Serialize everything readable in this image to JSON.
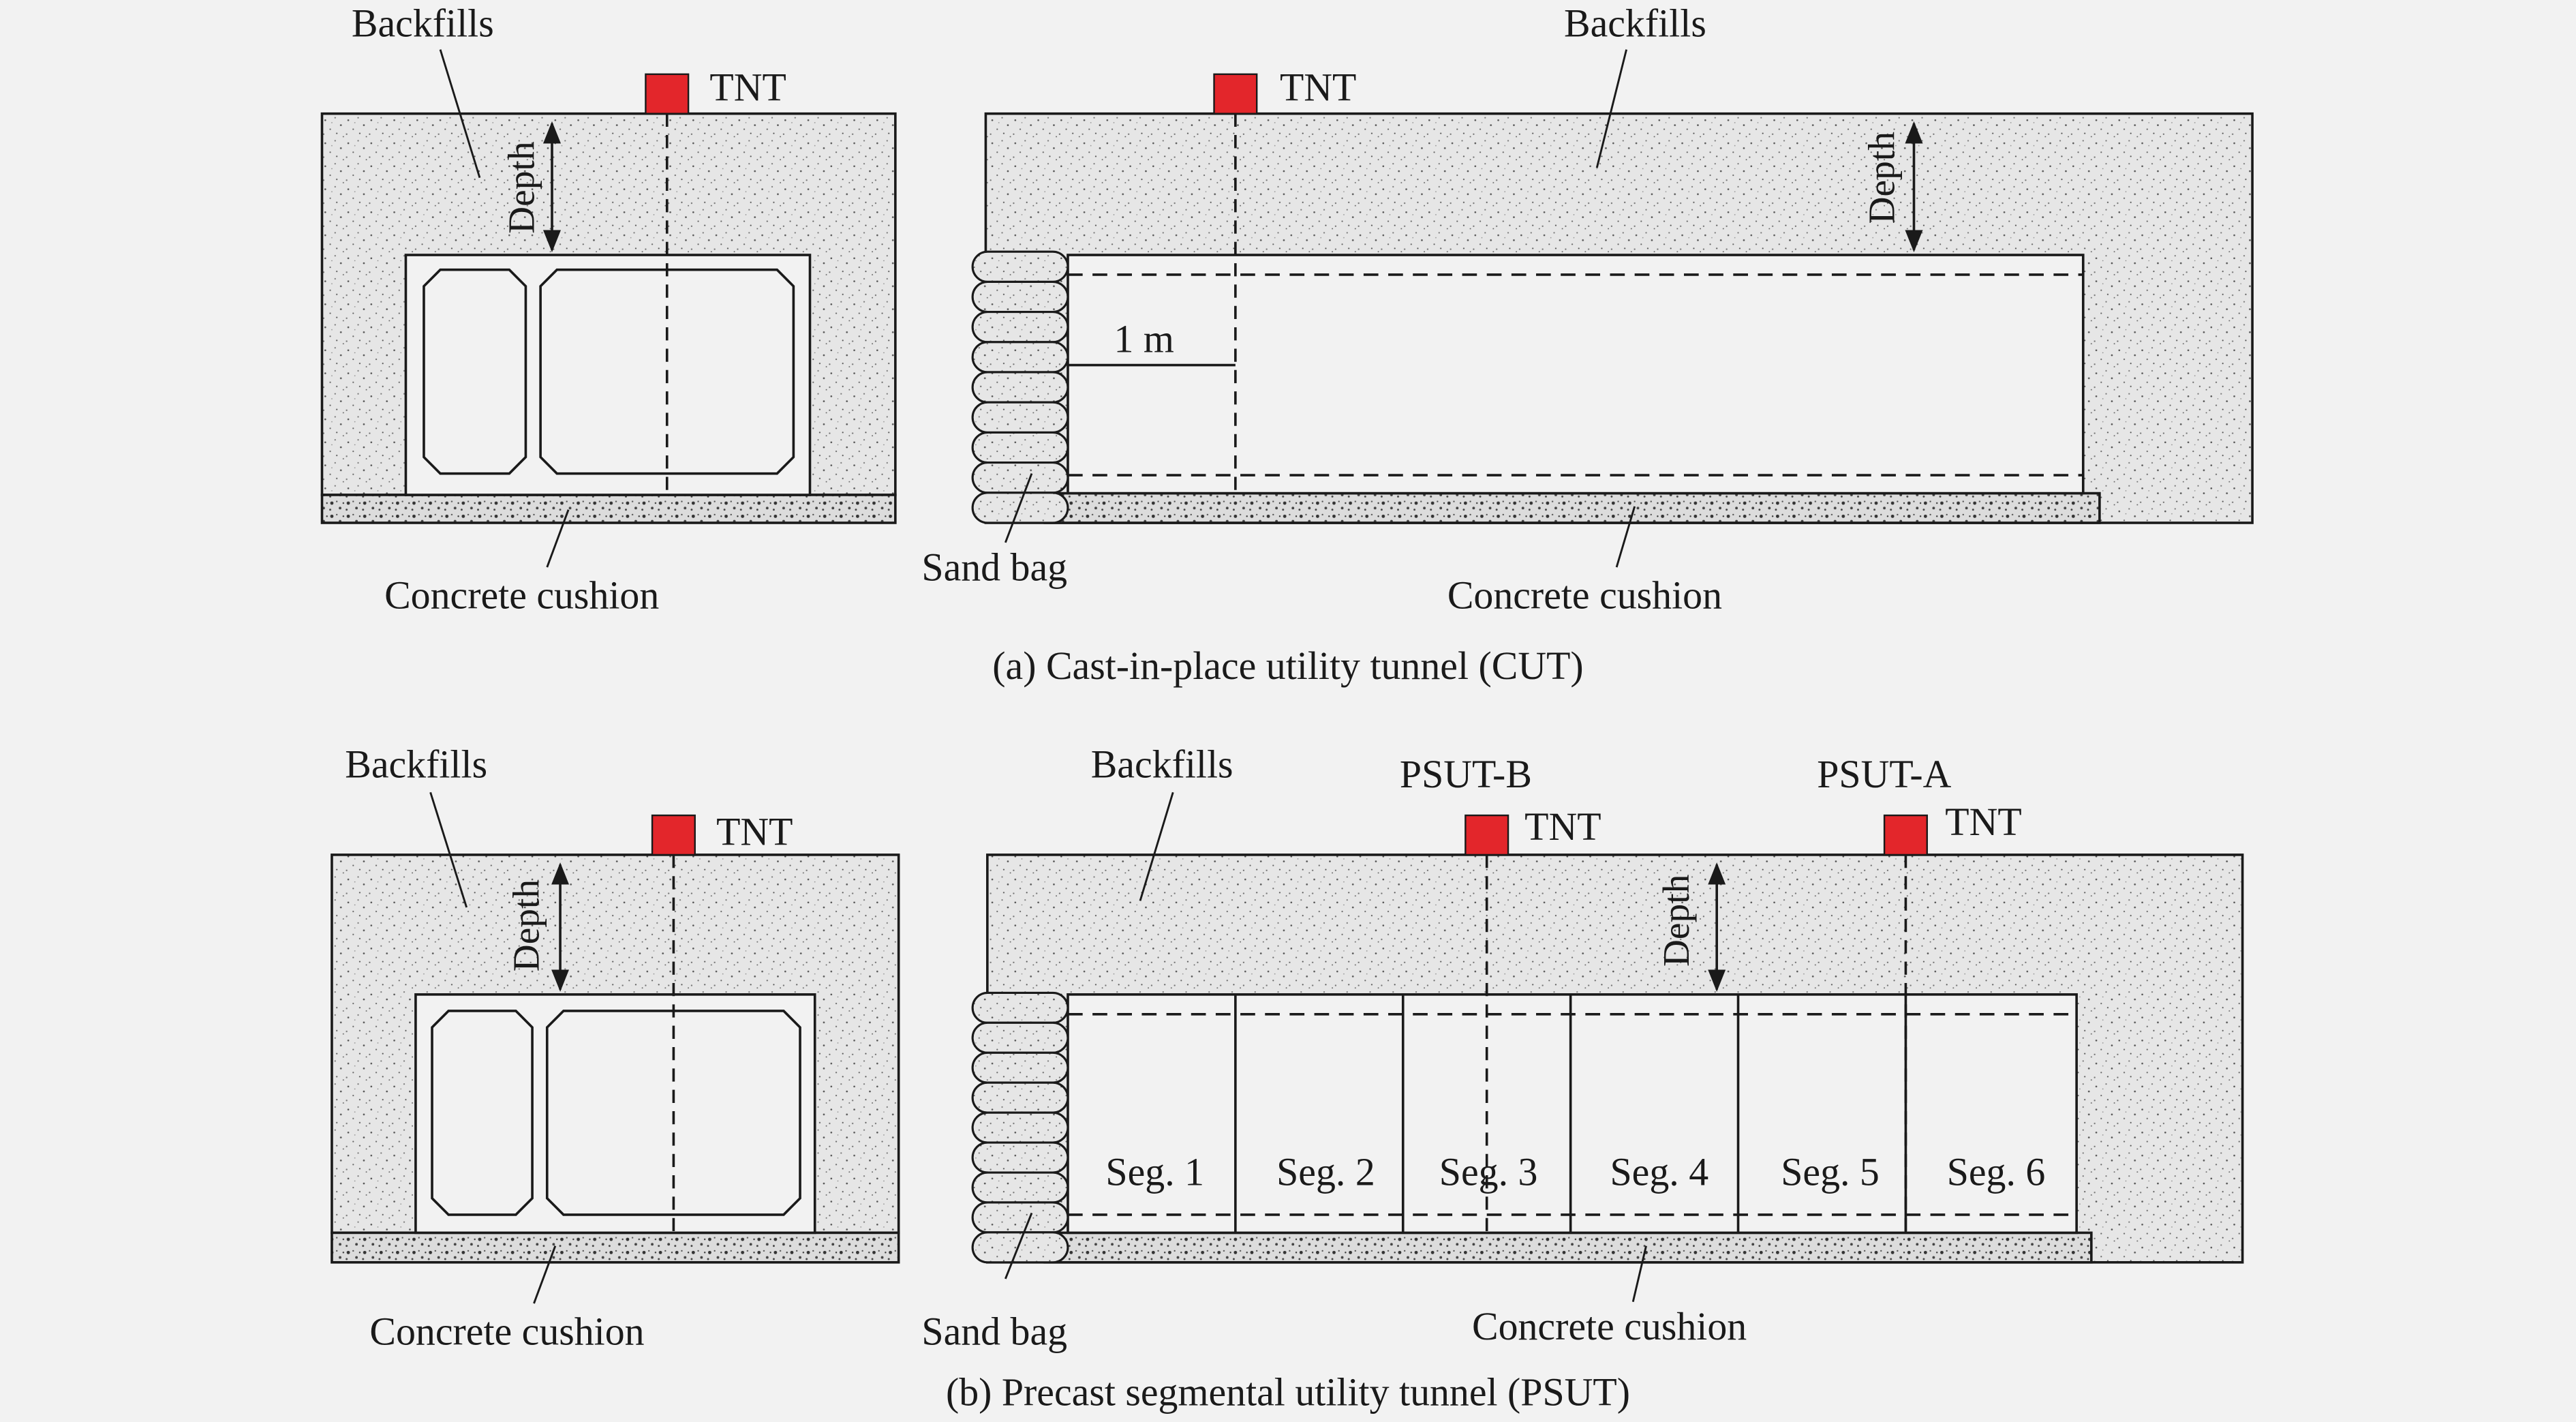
{
  "colors": {
    "background": "#f2f2f2",
    "soil": "#e4e4e4",
    "line": "#1a1a1a",
    "tnt": "#e3262b"
  },
  "panel_a": {
    "caption": "(a) Cast-in-place utility tunnel (CUT)",
    "cross_section": {
      "backfills_label": "Backfills",
      "tnt_label": "TNT",
      "depth_label": "Depth",
      "cushion_label": "Concrete cushion"
    },
    "longitudinal": {
      "backfills_label": "Backfills",
      "tnt_label": "TNT",
      "depth_label": "Depth",
      "distance_label": "1 m",
      "sandbag_label": "Sand bag",
      "cushion_label": "Concrete cushion"
    }
  },
  "panel_b": {
    "caption": "(b) Precast segmental utility tunnel (PSUT)",
    "cross_section": {
      "backfills_label": "Backfills",
      "tnt_label": "TNT",
      "depth_label": "Depth",
      "cushion_label": "Concrete cushion"
    },
    "longitudinal": {
      "backfills_label": "Backfills",
      "charge_b_label": "PSUT-B",
      "charge_a_label": "PSUT-A",
      "tnt_label_b": "TNT",
      "tnt_label_a": "TNT",
      "depth_label": "Depth",
      "sandbag_label": "Sand bag",
      "cushion_label": "Concrete cushion",
      "segments": [
        "Seg. 1",
        "Seg. 2",
        "Seg. 3",
        "Seg. 4",
        "Seg. 5",
        "Seg. 6"
      ]
    }
  }
}
